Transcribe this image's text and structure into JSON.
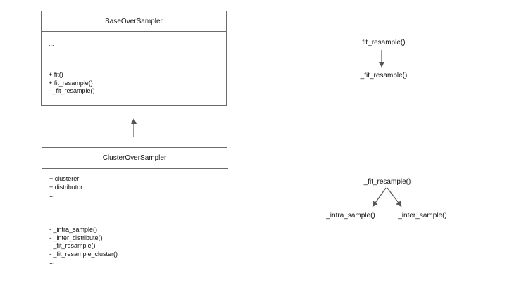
{
  "base_class": {
    "name": "BaseOverSampler",
    "attributes": [
      "..."
    ],
    "methods": [
      "+ fit()",
      "+ fit_resample()",
      "- _fit_resample()",
      "..."
    ]
  },
  "cluster_class": {
    "name": "ClusterOverSampler",
    "attributes": [
      "+ clusterer",
      "+ distributor",
      "..."
    ],
    "methods": [
      "- _intra_sample()",
      "- _inter_distribute()",
      "- _fit_resample()",
      "- _fit_resample_cluster()",
      "..."
    ]
  },
  "flow_top": {
    "caller": "fit_resample()",
    "callee": "_fit_resample()"
  },
  "flow_bottom": {
    "caller": "_fit_resample()",
    "left_callee": "_intra_sample()",
    "right_callee": "_inter_sample()"
  },
  "colors": {
    "border": "#6b6b6b",
    "arrow": "#555555",
    "text": "#111111"
  }
}
